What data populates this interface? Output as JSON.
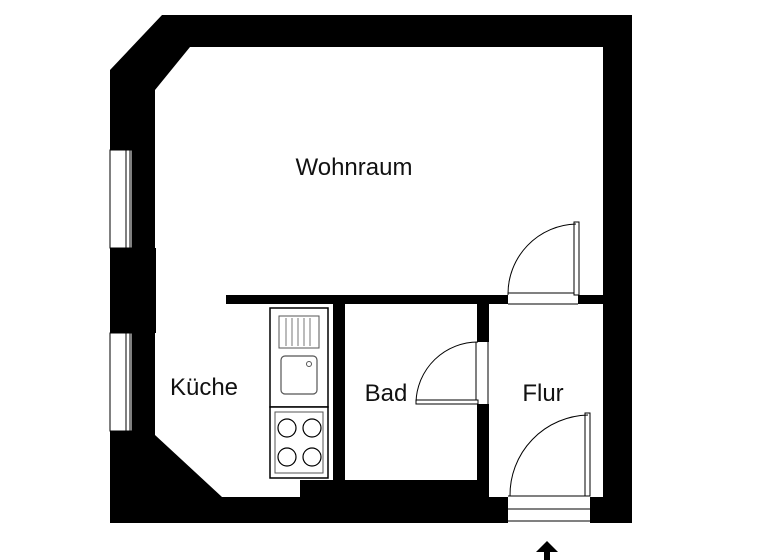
{
  "rooms": {
    "living": "Wohnraum",
    "kitchen": "Küche",
    "bath": "Bad",
    "hall": "Flur"
  },
  "icons": {
    "entrance": "entrance-arrow-icon",
    "sink": "sink-icon",
    "stove": "stove-icon"
  },
  "colors": {
    "wall": "#000000",
    "floor": "#ffffff",
    "fixture_line": "#555555"
  }
}
